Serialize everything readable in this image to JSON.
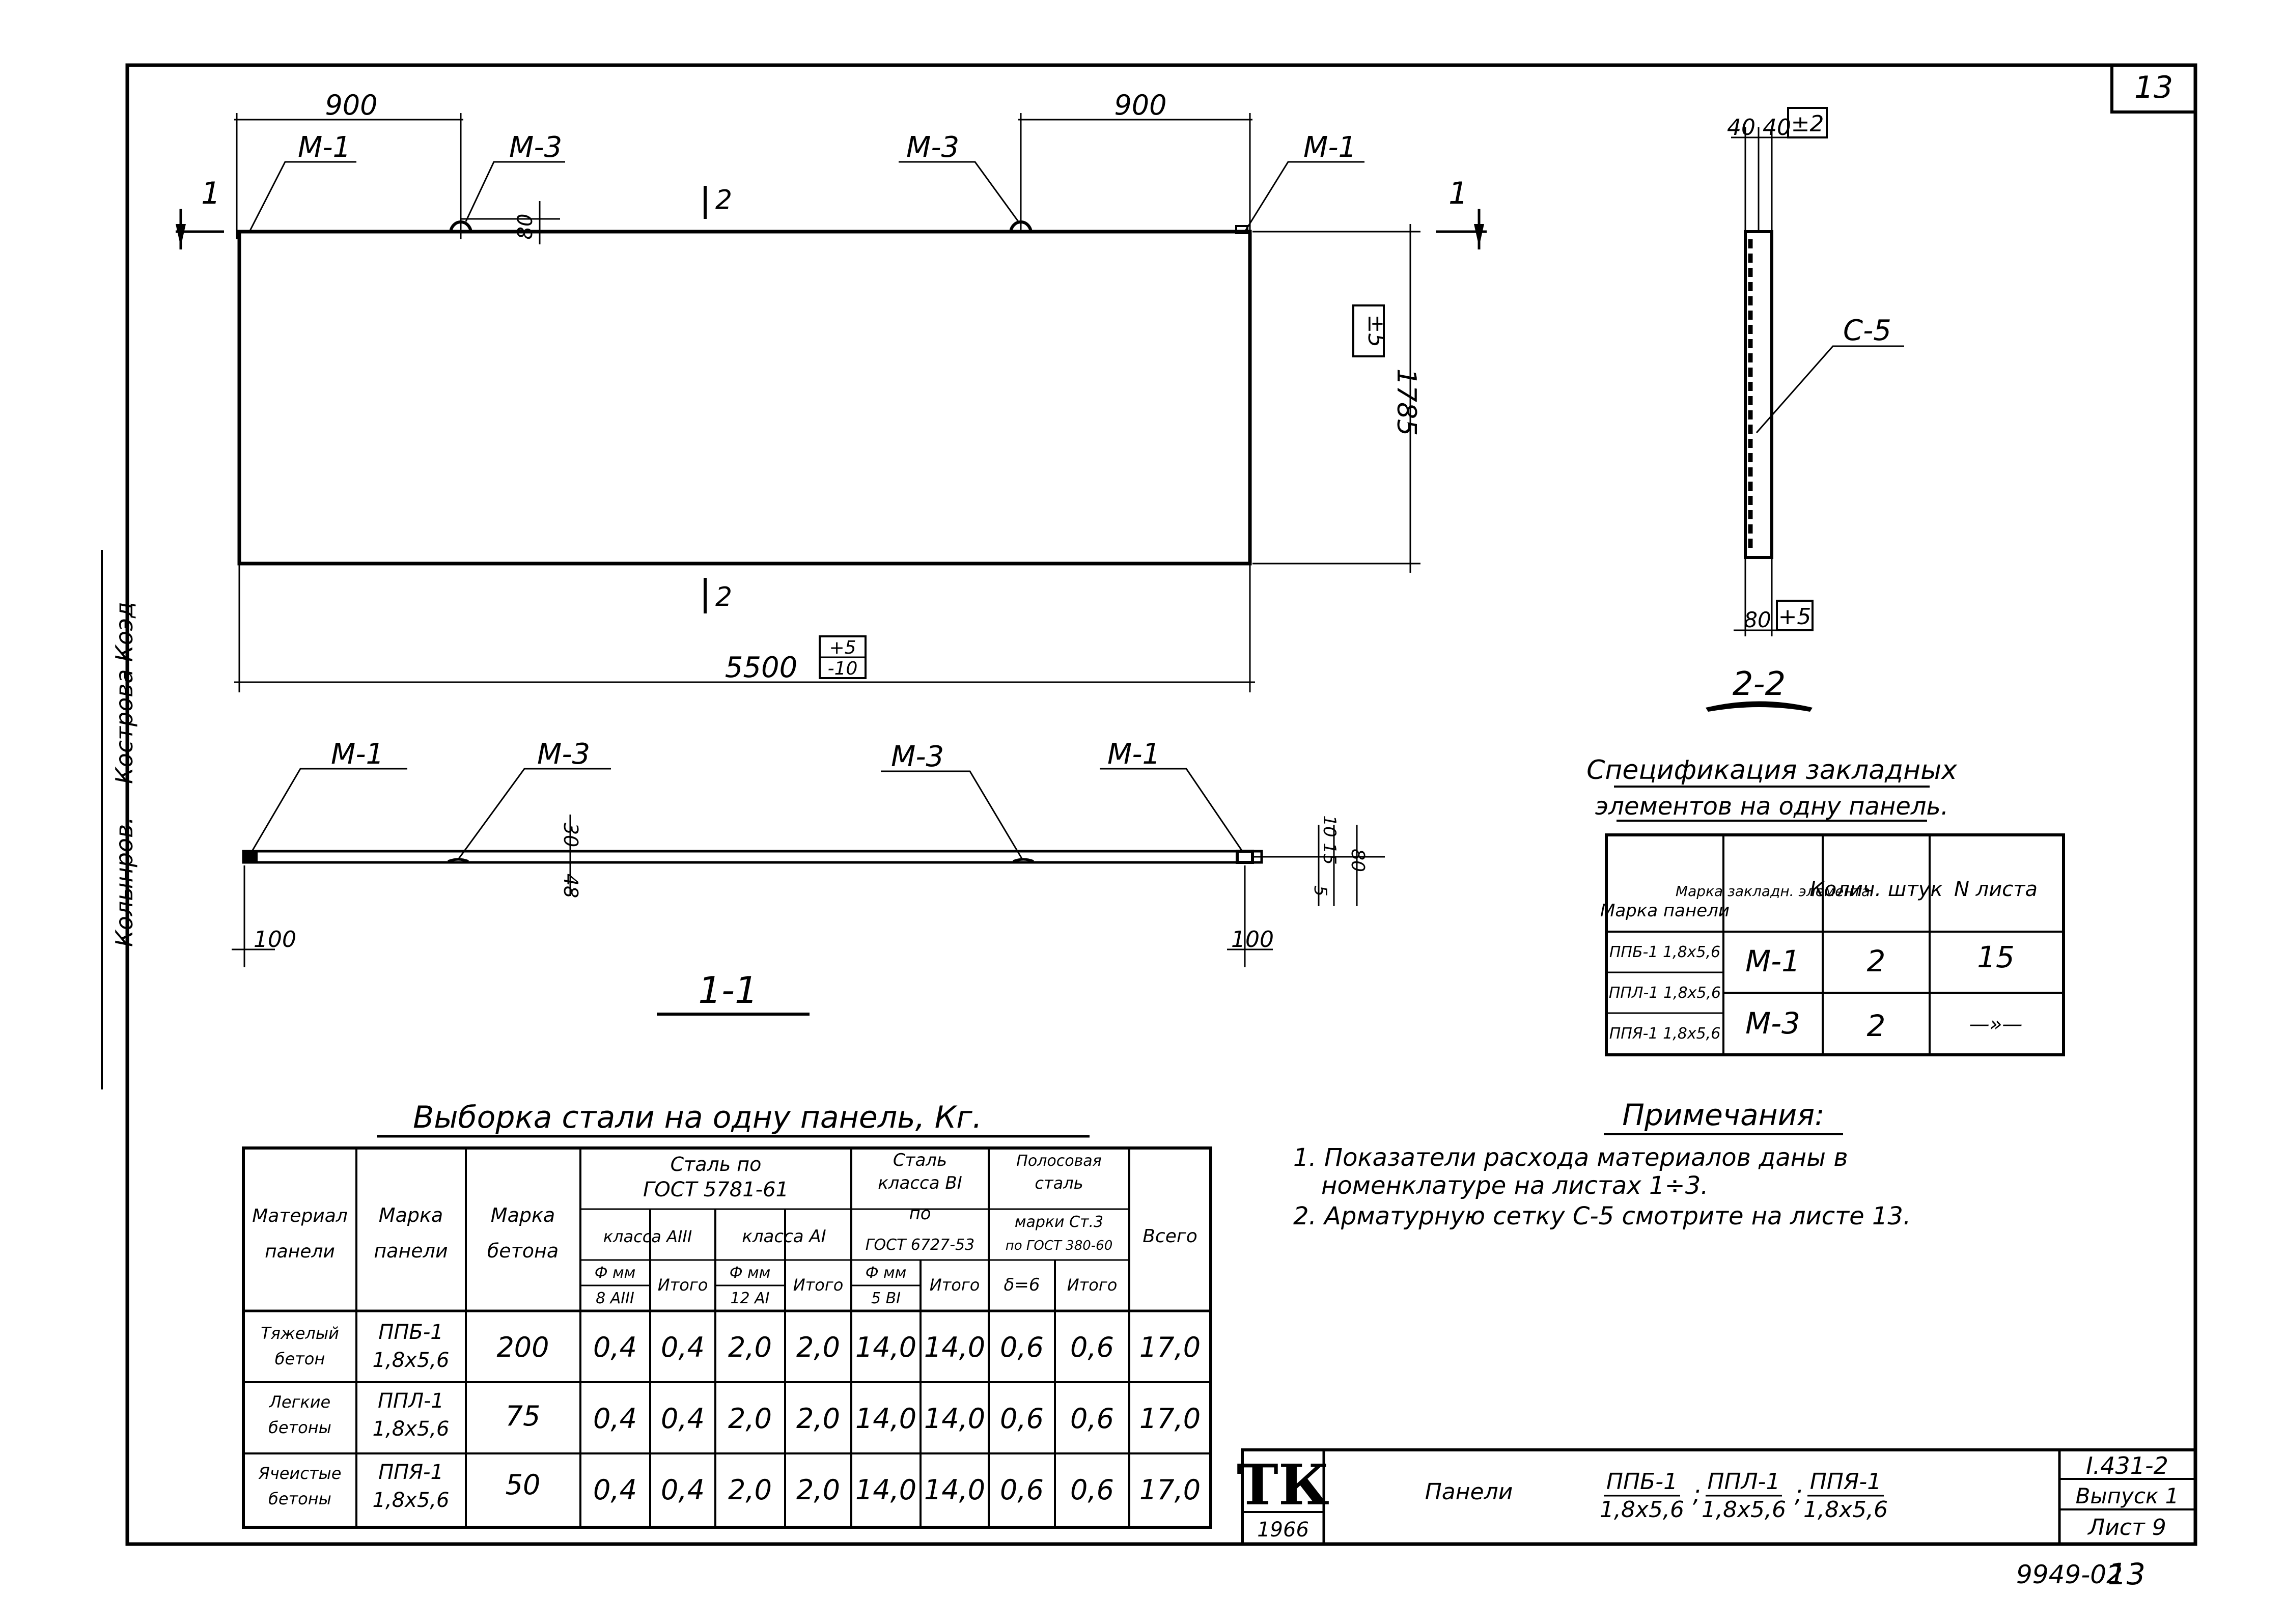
{
  "sheet": {
    "page_number": "13",
    "archive_number": "9949-02",
    "archive_page": "13",
    "side_stamp": [
      "Колынров.",
      "Кострова",
      "Коэд"
    ]
  },
  "elevation": {
    "dim_left": "900",
    "dim_right": "900",
    "mark_m1_left": "М-1",
    "mark_m3_left": "М-3",
    "mark_m3_right": "М-3",
    "mark_m1_right": "М-1",
    "section_1_left": "1",
    "section_1_right": "1",
    "section_2_top": "2",
    "section_2_bottom": "2",
    "small_dim": "80",
    "height_dim": "1785",
    "height_tol": "±5",
    "length_dim": "5500",
    "length_tol_plus": "+5",
    "length_tol_minus": "-10"
  },
  "section_2_2": {
    "top_dims": "40 40",
    "top_tol": "±2",
    "mesh_label": "С-5",
    "bottom_dim": "80",
    "bottom_tol": "+5",
    "title": "2-2"
  },
  "section_1_1": {
    "mark_m1_left": "М-1",
    "mark_m3_left": "М-3",
    "mark_m3_right": "М-3",
    "mark_m1_right": "М-1",
    "dim_30": "30",
    "dim_48": "48",
    "dim_100_left": "100",
    "dim_100_right": "100",
    "dim_right_group": "10 15",
    "dim_80": "80",
    "dim_5": "5",
    "title": "1-1"
  },
  "spec_table": {
    "title_line1": "Спецификация закладных",
    "title_line2": "элементов на одну панель.",
    "headers": [
      "Марка панели",
      "Марка закладн. элемента",
      "Колич. штук",
      "N листа"
    ],
    "panels": [
      "ППБ-1 1,8х5,6",
      "ППЛ-1 1,8х5,6",
      "ППЯ-1 1,8х5,6"
    ],
    "rows": [
      {
        "element": "М-1",
        "qty": "2",
        "sheet": "15"
      },
      {
        "element": "М-3",
        "qty": "2",
        "sheet": "—»—"
      }
    ]
  },
  "notes": {
    "title": "Примечания:",
    "items": [
      "1. Показатели расхода материалов даны в",
      "номенклатуре на листах 1÷3.",
      "2. Арматурную сетку С-5 смотрите на листе 13."
    ]
  },
  "steel_table": {
    "title": "Выборка стали на одну панель, Кг.",
    "h_material": [
      "Материал",
      "панели"
    ],
    "h_mark": [
      "Марка",
      "панели"
    ],
    "h_concrete": [
      "Марка",
      "бетона"
    ],
    "h_steel_gost": [
      "Сталь по",
      "ГОСТ 5781-61"
    ],
    "h_class_aiii": "класса АIII",
    "h_class_ai": "класса АI",
    "h_steel_bi": [
      "Сталь",
      "класса ВI",
      "по",
      "ГОСТ 6727-53"
    ],
    "h_strip": [
      "Полосовая",
      "сталь",
      "марки Ст.3",
      "по ГОСТ 380-60"
    ],
    "h_total": "Всего",
    "h_phi8": [
      "Ф мм",
      "8 АIII"
    ],
    "h_phi12": [
      "Ф мм",
      "12 АI"
    ],
    "h_phi5": [
      "Ф мм",
      "5 ВI"
    ],
    "h_delta": "δ=6",
    "h_itogo": "Итого",
    "rows": [
      {
        "material": [
          "Тяжелый",
          "бетон"
        ],
        "panel": [
          "ППБ-1",
          "1,8х5,6"
        ],
        "grade": "200",
        "vals": [
          "0,4",
          "0,4",
          "2,0",
          "2,0",
          "14,0",
          "14,0",
          "0,6",
          "0,6",
          "17,0"
        ]
      },
      {
        "material": [
          "Легкие",
          "бетоны"
        ],
        "panel": [
          "ППЛ-1",
          "1,8х5,6"
        ],
        "grade": "75",
        "vals": [
          "0,4",
          "0,4",
          "2,0",
          "2,0",
          "14,0",
          "14,0",
          "0,6",
          "0,6",
          "17,0"
        ]
      },
      {
        "material": [
          "Ячеистые",
          "бетоны"
        ],
        "panel": [
          "ППЯ-1",
          "1,8х5,6"
        ],
        "grade": "50",
        "vals": [
          "0,4",
          "0,4",
          "2,0",
          "2,0",
          "14,0",
          "14,0",
          "0,6",
          "0,6",
          "17,0"
        ]
      }
    ]
  },
  "title_block": {
    "logo": "ТК",
    "year": "1966",
    "name": "Панели",
    "p1_top": "ППБ-1",
    "p1_bot": "1,8х5,6",
    "p2_top": "ППЛ-1",
    "p2_bot": "1,8х5,6",
    "p3_top": "ППЯ-1",
    "p3_bot": "1,8х5,6",
    "series": "I.431-2",
    "issue": "Выпуск 1",
    "sheet": "Лист 9"
  }
}
